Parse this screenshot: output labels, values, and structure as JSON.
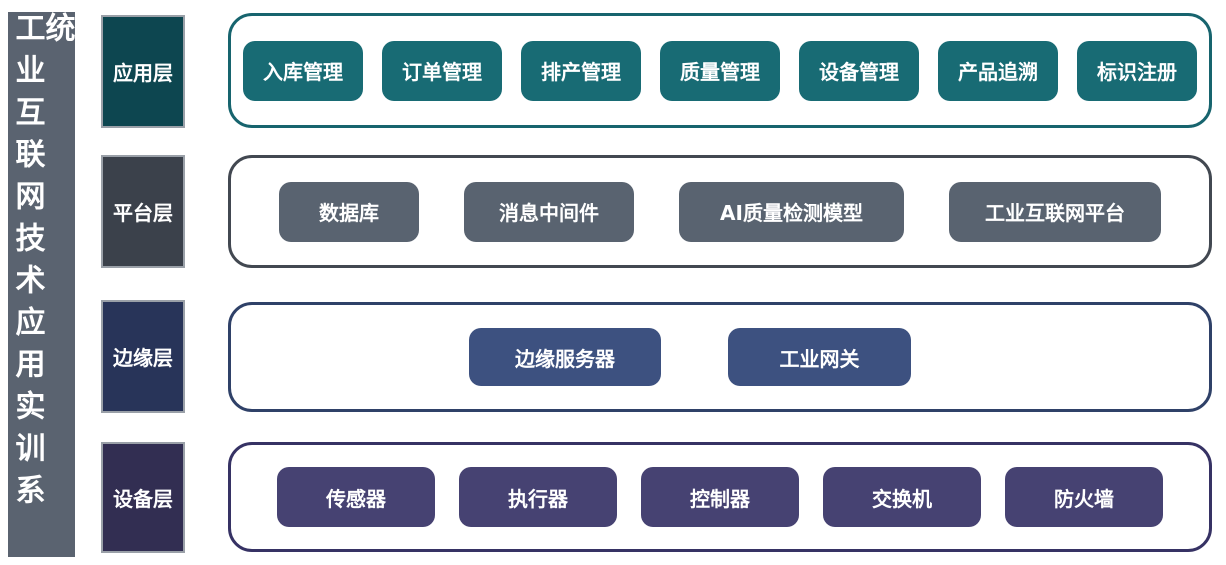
{
  "title": "工业互联网技术应用实训系统",
  "colors": {
    "background": "#ffffff",
    "sidebar": "#5a6370",
    "text": "#ffffff",
    "label_border": "#9aa0a8",
    "application_layer": {
      "label_fill": "#0d4650",
      "container_border": "#17646e",
      "node_fill": "#186b74"
    },
    "platform_layer": {
      "label_fill": "#3b414b",
      "container_border": "#424851",
      "node_fill": "#596370"
    },
    "edge_layer": {
      "label_fill": "#283459",
      "container_border": "#2f4168",
      "node_fill": "#3d5180"
    },
    "device_layer": {
      "label_fill": "#322e52",
      "container_border": "#363264",
      "node_fill": "#464272"
    }
  },
  "layers": [
    {
      "label": "应用层",
      "items": [
        "入库管理",
        "订单管理",
        "排产管理",
        "质量管理",
        "设备管理",
        "产品追溯",
        "标识注册"
      ]
    },
    {
      "label": "平台层",
      "items": [
        "数据库",
        "消息中间件",
        "AI质量检测模型",
        "工业互联网平台"
      ]
    },
    {
      "label": "边缘层",
      "items": [
        "边缘服务器",
        "工业网关"
      ]
    },
    {
      "label": "设备层",
      "items": [
        "传感器",
        "执行器",
        "控制器",
        "交换机",
        "防火墙"
      ]
    }
  ]
}
